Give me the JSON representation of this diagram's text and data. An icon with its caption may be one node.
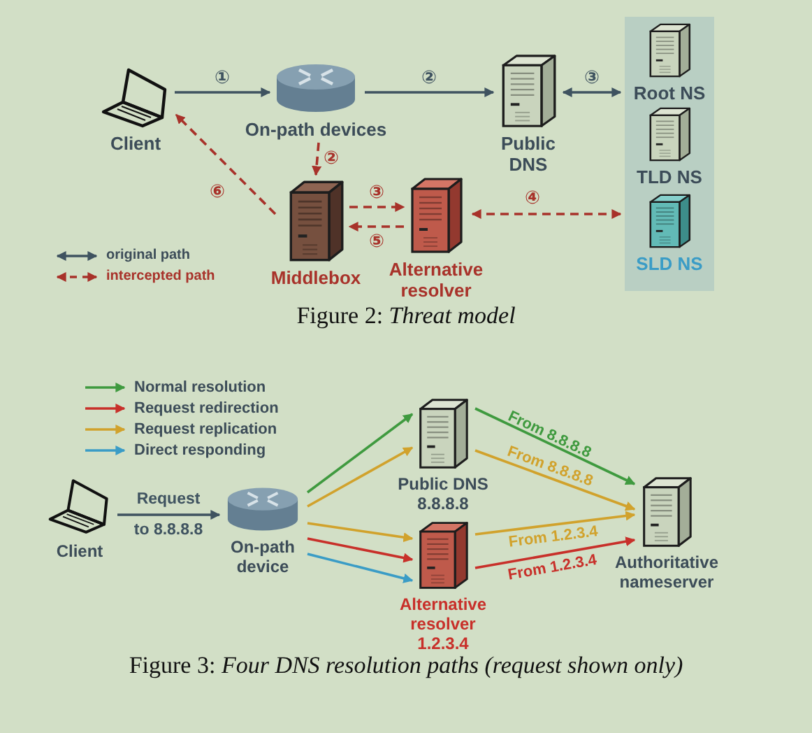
{
  "diagram": {
    "nodes": [
      {
        "text": [
          "Client"
        ]
      },
      {
        "text": [
          "On-path devices"
        ]
      },
      {
        "text": [
          "Public DNS"
        ]
      },
      {
        "text": [],
        "shape": "box"
      },
      {
        "text": [
          "Root NS"
        ],
        "in": 3
      },
      {
        "text": [
          "TLD NS"
        ],
        "in": 3
      },
      {
        "text": [
          "SLD NS"
        ],
        "in": 3
      },
      {
        "text": [
          "Middlebox"
        ]
      },
      {
        "text": [
          "Alternative resolver"
        ]
      },
      {
        "text": [
          "Client"
        ]
      },
      {
        "text": [
          "On-path device"
        ]
      },
      {
        "text": [
          "Public DNS 8.8.8.8"
        ]
      },
      {
        "text": [
          "Alternative resolver 1.2.3.4"
        ]
      },
      {
        "text": [
          "Authoritative nameserver"
        ]
      }
    ],
    "edges": [
      {
        "from": 0,
        "to": 1,
        "arrow": "to",
        "label": "①",
        "color": "#3f5360"
      },
      {
        "from": 1,
        "to": 2,
        "arrow": "to",
        "label": "②",
        "color": "#3f5360"
      },
      {
        "from": 2,
        "to": 3,
        "arrow": "both",
        "label": "③",
        "color": "#3f5360"
      },
      {
        "from": 1,
        "to": 7,
        "arrow": "to",
        "label": "②",
        "style": "dashed",
        "color": "#a8322a"
      },
      {
        "from": 7,
        "to": 8,
        "arrow": "to",
        "label": "③",
        "style": "dashed",
        "color": "#a8322a"
      },
      {
        "from": 8,
        "to": 7,
        "arrow": "to",
        "label": "⑤",
        "style": "dashed",
        "color": "#a8322a"
      },
      {
        "from": 8,
        "to": 3,
        "arrow": "both",
        "label": "④",
        "style": "dashed",
        "color": "#a8322a"
      },
      {
        "from": 7,
        "to": 0,
        "arrow": "to",
        "label": "⑥",
        "style": "dashed",
        "color": "#a8322a"
      },
      {
        "from": 9,
        "to": 10,
        "arrow": "to",
        "label": "Request to 8.8.8.8",
        "color": "#3f5360"
      },
      {
        "from": 10,
        "to": 11,
        "arrow": "to",
        "color": "#3f9a3f"
      },
      {
        "from": 10,
        "to": 11,
        "arrow": "to",
        "color": "#d1a22c"
      },
      {
        "from": 10,
        "to": 12,
        "arrow": "to",
        "color": "#d1a22c"
      },
      {
        "from": 10,
        "to": 12,
        "arrow": "to",
        "color": "#c8302a"
      },
      {
        "from": 10,
        "to": 12,
        "arrow": "to",
        "color": "#3a9cc6"
      },
      {
        "from": 11,
        "to": 13,
        "arrow": "to",
        "label": "From 8.8.8.8",
        "color": "#3f9a3f"
      },
      {
        "from": 11,
        "to": 13,
        "arrow": "to",
        "label": "From 8.8.8.8",
        "color": "#d1a22c"
      },
      {
        "from": 12,
        "to": 13,
        "arrow": "to",
        "label": "From 1.2.3.4",
        "color": "#d1a22c"
      },
      {
        "from": 12,
        "to": 13,
        "arrow": "to",
        "label": "From 1.2.3.4",
        "color": "#c8302a"
      }
    ],
    "labels": [
      "Figure 2: *Threat model*",
      "Figure 3: *Four DNS resolution paths (request shown only)*"
    ],
    "legend": [
      {
        "text": "original path"
      },
      {
        "text": "intercepted path"
      },
      {
        "text": "Normal resolution"
      },
      {
        "text": "Request redirection"
      },
      {
        "text": "Request replication"
      },
      {
        "text": "Direct responding"
      }
    ]
  }
}
